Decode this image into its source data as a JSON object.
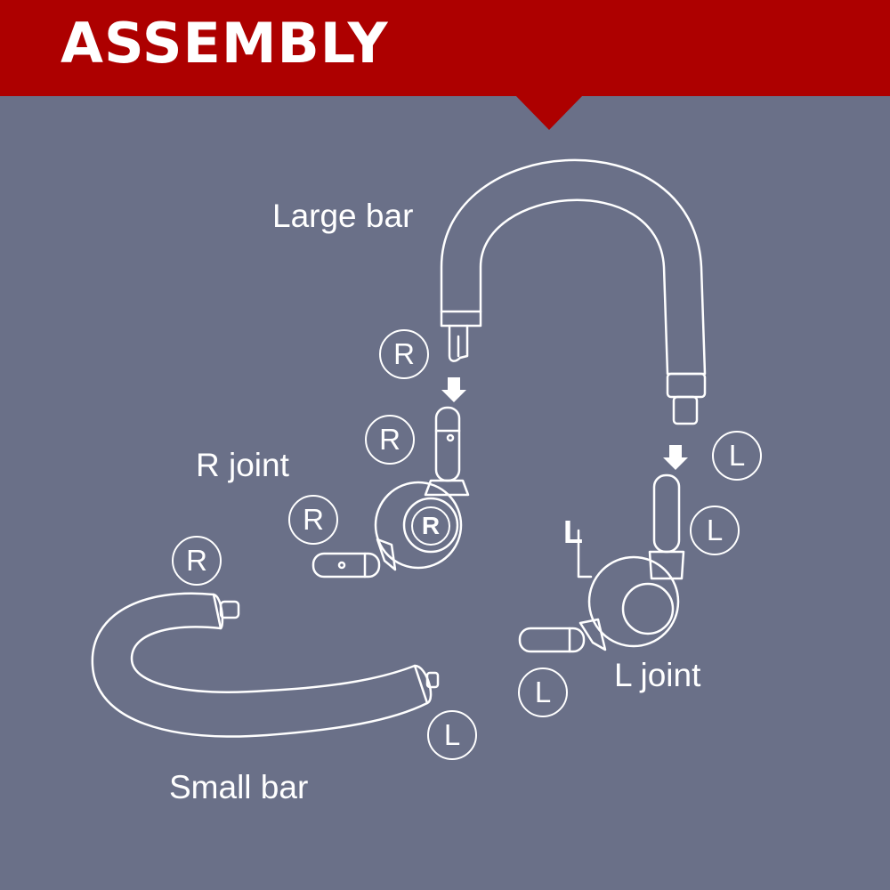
{
  "header": {
    "title": "ASSEMBLY",
    "color": "#ad0000"
  },
  "colors": {
    "background": "#6a7088",
    "line": "#ffffff"
  },
  "labels": {
    "large_bar": "Large bar",
    "r_joint": "R joint",
    "l_joint": "L joint",
    "small_bar": "Small bar"
  },
  "badges": {
    "large_bar_right": "R",
    "large_bar_left": "L",
    "r_joint_top": "R",
    "r_joint_side": "R",
    "r_joint_mark": "R",
    "l_joint_top": "L",
    "l_joint_side": "L",
    "l_joint_mark": "L",
    "small_bar_right": "R",
    "small_bar_left": "L"
  },
  "icons": [
    "down-arrow-icon",
    "down-arrow-icon"
  ]
}
